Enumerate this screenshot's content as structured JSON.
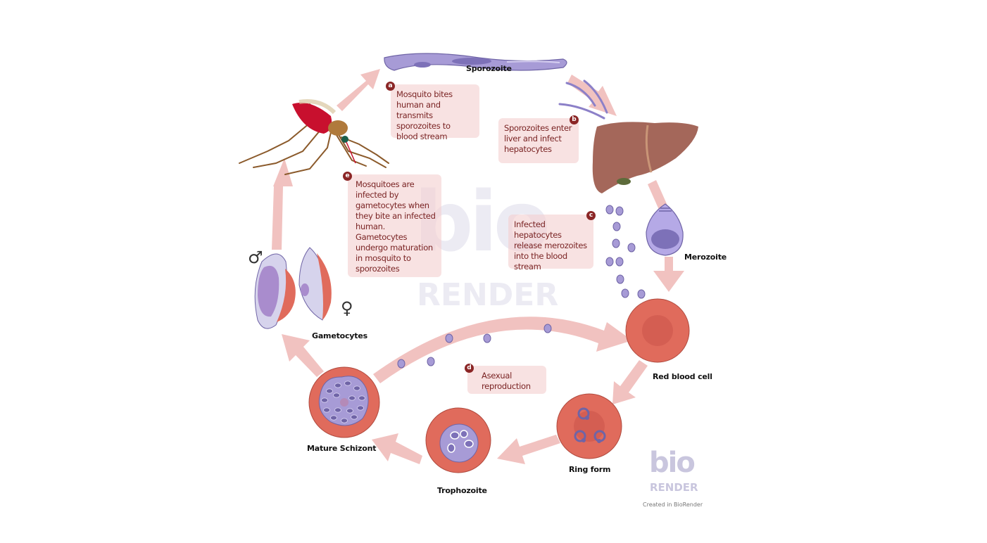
{
  "title": "Malaria parasite life cycle",
  "stages": {
    "sporozoite": "Sporozoite",
    "merozoite": "Merozoite",
    "red_blood_cell": "Red blood cell",
    "ring_form": "Ring form",
    "trophozoite": "Trophozoite",
    "mature_schizont": "Mature Schizont",
    "gametocytes": "Gametocytes"
  },
  "notes": [
    {
      "badge": "a",
      "text": "Mosquito bites human and transmits sporozoites to blood stream"
    },
    {
      "badge": "b",
      "text": "Sporozoites enter liver and infect hepatocytes"
    },
    {
      "badge": "c",
      "text": "Infected hepatocytes release merozoites into the blood stream"
    },
    {
      "badge": "d",
      "text": "Asexual reproduction"
    },
    {
      "badge": "e",
      "text": "Mosquitoes are infected by gametocytes when they bite an infected human. Gametocytes undergo maturation in mosquito to sporozoites"
    }
  ],
  "symbols": {
    "male": "♂",
    "female": "♀"
  },
  "watermark": {
    "top": "bio",
    "bottom": "RENDER"
  },
  "logo": {
    "top": "bio",
    "bottom": "RENDER",
    "credit": "Created in BioRender"
  },
  "colors": {
    "arrow": "#f1c2c0",
    "note_bg": "#f6d6d6",
    "note_text": "#7a2424",
    "badge": "#8b2626",
    "rbc": "#e06b5c",
    "rbc_center": "#d45e52",
    "parasite": "#a79bd6",
    "parasite_dark": "#6f64a6",
    "liver": "#a4675a",
    "logo": "#c9c6de"
  }
}
